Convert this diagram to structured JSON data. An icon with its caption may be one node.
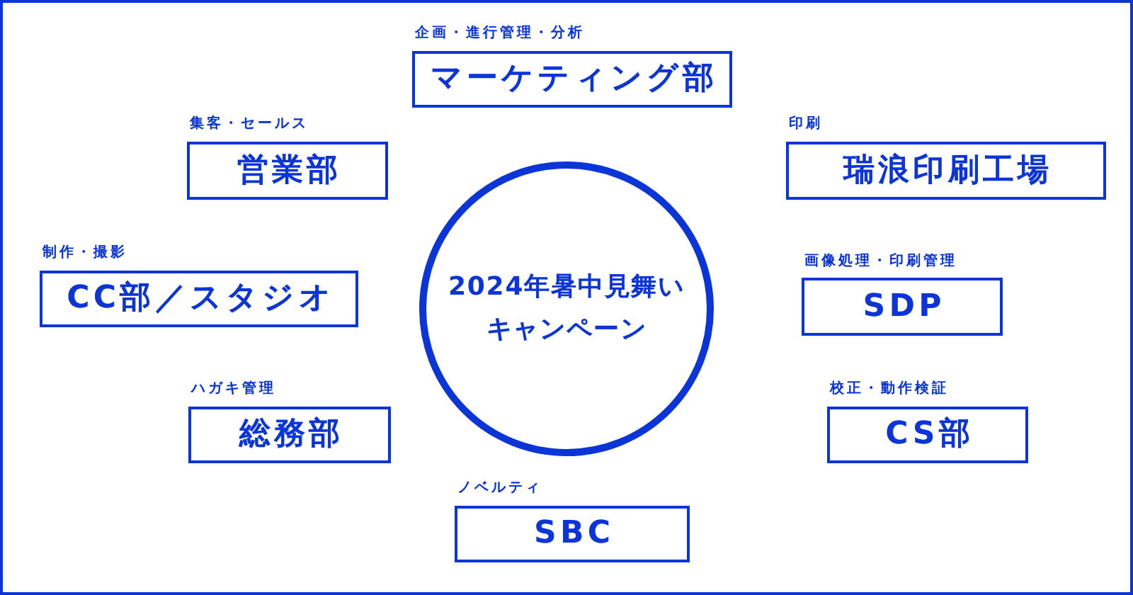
{
  "diagram": {
    "nodes": [
      {
        "text": [
          "企画・進行管理・分析",
          "マーケティング部"
        ]
      },
      {
        "text": [
          "集客・セールス",
          "営業部"
        ]
      },
      {
        "text": [
          "2024年暑中見舞いキャンペーン"
        ]
      },
      {
        "text": [
          "印刷",
          "瑞浪印刷工場"
        ]
      },
      {
        "text": [
          "制作・撮影",
          "CC部／スタジオ"
        ]
      },
      {
        "text": [
          "画像処理・印刷管理",
          "SDP"
        ]
      },
      {
        "text": [
          "ハガキ管理",
          "総務部"
        ]
      },
      {
        "text": [
          "校正・動作検証",
          "CS部"
        ]
      },
      {
        "text": [
          "ノベルティ",
          "SBC"
        ]
      }
    ]
  }
}
